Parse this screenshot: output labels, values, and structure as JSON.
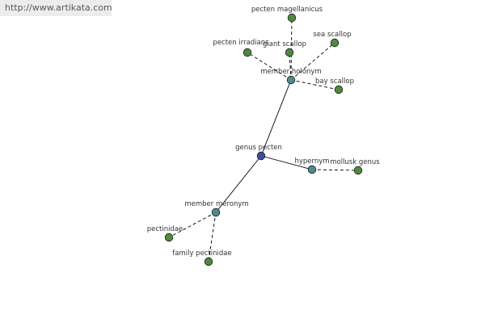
{
  "watermark": "http://www.artikata.com",
  "colors": {
    "center": "#3f4f9a",
    "relation": "#4f8a8b",
    "leaf": "#4f8a3c",
    "edge": "#000000"
  },
  "nodes": [
    {
      "id": "genus-pecten",
      "label": "genus pecten",
      "kind": "center"
    },
    {
      "id": "member-holonym",
      "label": "member holonym",
      "kind": "relation"
    },
    {
      "id": "hypernym",
      "label": "hypernym",
      "kind": "relation"
    },
    {
      "id": "member-meronym",
      "label": "member meronym",
      "kind": "relation"
    },
    {
      "id": "pecten-magellanicus",
      "label": "pecten magellanicus",
      "kind": "leaf"
    },
    {
      "id": "pecten-irradians",
      "label": "pecten irradians",
      "kind": "leaf"
    },
    {
      "id": "giant-scallop",
      "label": "giant scallop",
      "kind": "leaf"
    },
    {
      "id": "sea-scallop",
      "label": "sea scallop",
      "kind": "leaf"
    },
    {
      "id": "bay-scallop",
      "label": "bay scallop",
      "kind": "leaf"
    },
    {
      "id": "mollusk-genus",
      "label": "mollusk genus",
      "kind": "leaf"
    },
    {
      "id": "pectinidae",
      "label": "pectinidae",
      "kind": "leaf"
    },
    {
      "id": "family-pectinidae",
      "label": "family pectinidae",
      "kind": "leaf"
    }
  ],
  "edges": [
    {
      "from": "genus-pecten",
      "to": "member-holonym",
      "style": "solid"
    },
    {
      "from": "genus-pecten",
      "to": "hypernym",
      "style": "solid"
    },
    {
      "from": "genus-pecten",
      "to": "member-meronym",
      "style": "solid"
    },
    {
      "from": "member-holonym",
      "to": "pecten-magellanicus",
      "style": "dashed"
    },
    {
      "from": "member-holonym",
      "to": "pecten-irradians",
      "style": "dashed"
    },
    {
      "from": "member-holonym",
      "to": "giant-scallop",
      "style": "dashed"
    },
    {
      "from": "member-holonym",
      "to": "sea-scallop",
      "style": "dashed"
    },
    {
      "from": "member-holonym",
      "to": "bay-scallop",
      "style": "dashed"
    },
    {
      "from": "hypernym",
      "to": "mollusk-genus",
      "style": "dashed"
    },
    {
      "from": "member-meronym",
      "to": "pectinidae",
      "style": "dashed"
    },
    {
      "from": "member-meronym",
      "to": "family-pectinidae",
      "style": "dashed"
    }
  ]
}
